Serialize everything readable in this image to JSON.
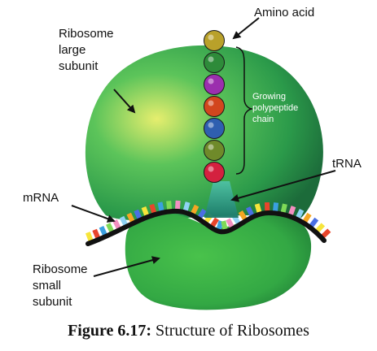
{
  "labels": {
    "amino_acid": "Amino acid",
    "large_subunit": [
      "Ribosome",
      "large",
      "subunit"
    ],
    "growing_chain": [
      "Growing",
      "polypeptide",
      "chain"
    ],
    "trna": "tRNA",
    "mrna": "mRNA",
    "small_subunit": [
      "Ribosome",
      "small",
      "subunit"
    ]
  },
  "caption": {
    "number": "Figure 6.17:",
    "text": " Structure of Ribosomes"
  },
  "colors": {
    "large_subunit": "#2fa84f",
    "small_subunit": "#3cb54a",
    "trna": "#2a9d8f",
    "mrna_strand": "#111111",
    "beads": [
      "#b9a12a",
      "#2e8b3a",
      "#9b2fae",
      "#d2461e",
      "#2f5fb0",
      "#6f8a2a",
      "#d4213f"
    ],
    "codon_ticks": [
      "#f7e53b",
      "#e8452c",
      "#3aa0e0",
      "#7ed957",
      "#f28fc0",
      "#8fd3f4",
      "#f5a623",
      "#4a6fe3"
    ]
  }
}
